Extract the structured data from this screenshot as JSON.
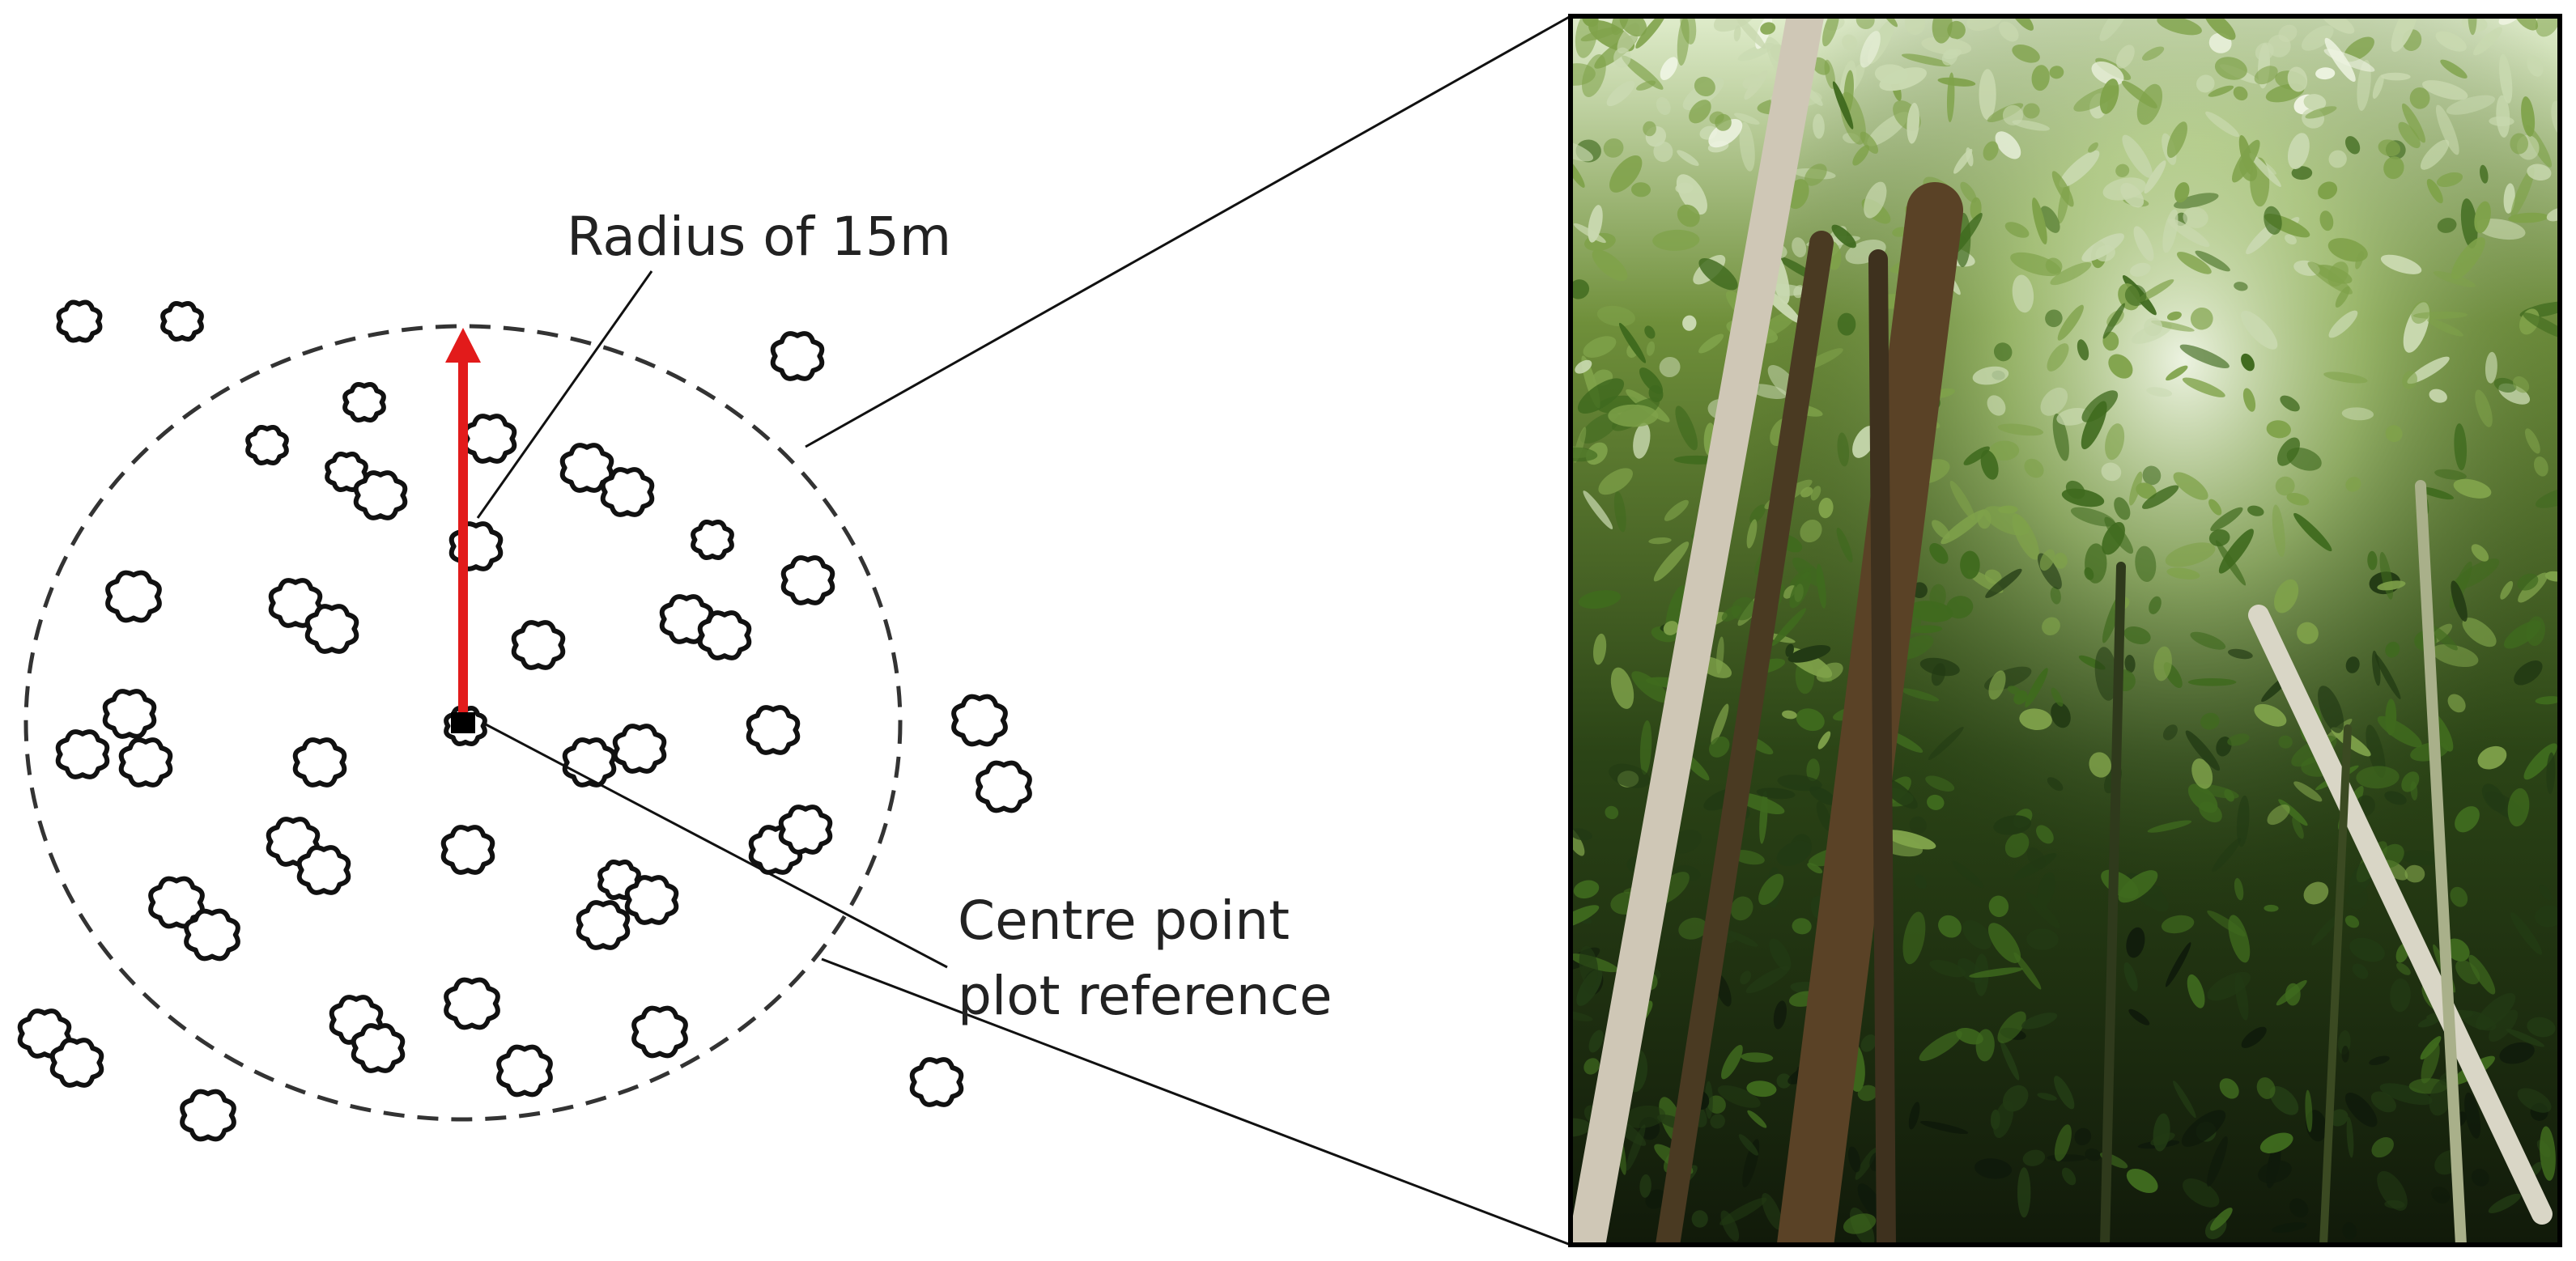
{
  "labels": {
    "radius": "Radius of 15m",
    "centre_line1": "Centre point",
    "centre_line2": "plot reference"
  },
  "colors": {
    "radius_arrow": "#e21b1b",
    "tree_outline": "#111111",
    "plot_boundary": "#333333",
    "background": "#ffffff"
  },
  "photo": {
    "description": "upward view of forest canopy",
    "palette": [
      "#0f1a0b",
      "#223a14",
      "#3f6a1e",
      "#7fa24a",
      "#c9d9b0",
      "#eef4e2"
    ]
  }
}
